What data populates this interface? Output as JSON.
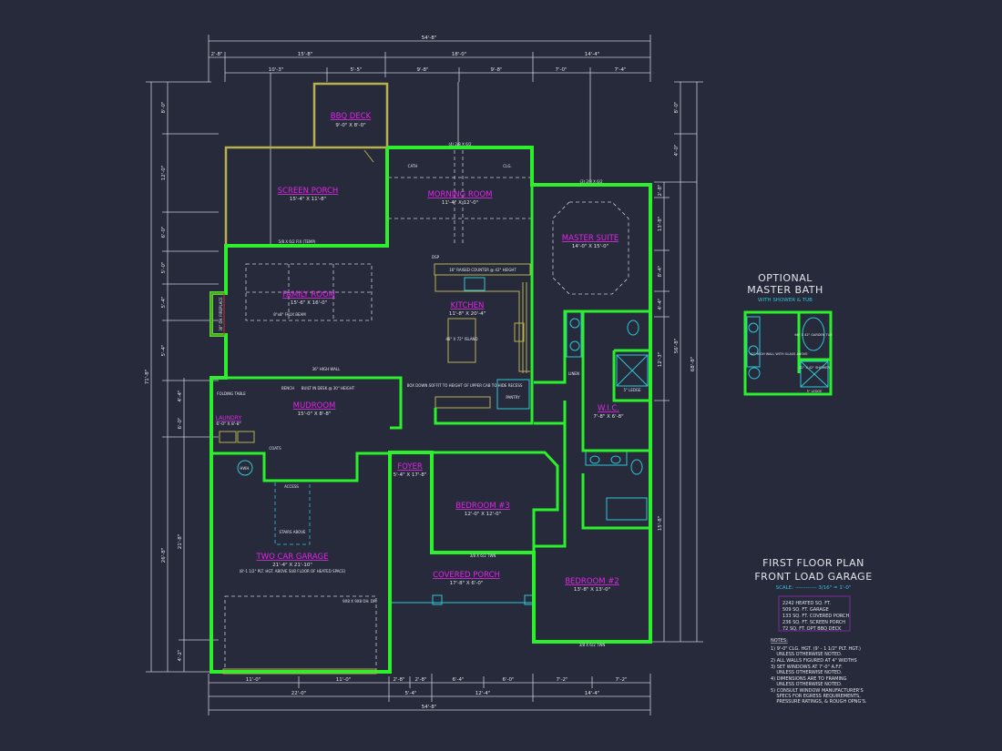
{
  "plan": {
    "title_line1": "FIRST FLOOR PLAN",
    "title_line2": "FRONT LOAD GARAGE",
    "scale": "SCALE: ------------ 3/16\" = 1'-0\"",
    "areas": [
      "2242 HEATED SQ. FT.",
      "509 SQ. FT. GARAGE",
      "133 SQ. FT. COVERED PORCH",
      "236 SQ. FT. SCREEN PORCH",
      "72 SQ. FT. OPT BBQ DECK"
    ],
    "notes_heading": "NOTES:",
    "notes": [
      "1) 9'-0\" CLG. HGT. (9' - 1 1/2\" PLT. HGT.)",
      "    UNLESS OTHERWISE NOTED.",
      "2) ALL WALLS FIGURED AT 4\" WIDTHS",
      "3) SET WINDOWS AT 7'-0\" A.F.F.",
      "    UNLESS OTHERWISE NOTED.",
      "4) DIMENSIONS ARE TO FRAMING",
      "    UNLESS OTHERWISE NOTED.",
      "5) CONSULT WINDOW MANUFACTURER'S",
      "    SPECS FOR EGRESS REQUIREMENTS,",
      "    PRESSURE RATINGS, & ROUGH OPNG'S."
    ]
  },
  "optional_bath": {
    "title_line1": "OPTIONAL",
    "title_line2": "MASTER BATH",
    "subtitle": "WITH SHOWER & TUB",
    "labels": [
      "66\" X 42\" GARDEN TUB",
      "42\" HIGH WALL WITH GLASS ABOVE",
      "42\" X 42\" SHOWER",
      "5\" LEDGE"
    ]
  },
  "rooms": [
    {
      "name": "BBQ DECK",
      "size": "9'-0\" X 8'-0\""
    },
    {
      "name": "SCREEN PORCH",
      "size": "15'-4\" X 11'-8\""
    },
    {
      "name": "MORNING ROOM",
      "size": "11'-4\" X 12'-0\""
    },
    {
      "name": "MASTER SUITE",
      "size": "14'-0\" X 15'-0\""
    },
    {
      "name": "FAMILY ROOM",
      "size": "15'-6\" X 16'-0\""
    },
    {
      "name": "KITCHEN",
      "size": "11'-8\" X 20'-4\""
    },
    {
      "name": "MUDROOM",
      "size": "15'-0\" X 8'-8\""
    },
    {
      "name": "LAUNDRY",
      "size": "6'-0\" X 8'-8\""
    },
    {
      "name": "W.I.C.",
      "size": "7'-8\" X 6'-8\""
    },
    {
      "name": "FOYER",
      "size": "5'-4\" X 17'-8\""
    },
    {
      "name": "BEDROOM #3",
      "size": "12'-0\" X 12'-0\""
    },
    {
      "name": "COVERED PORCH",
      "size": "17'-8\" X 6'-0\""
    },
    {
      "name": "BEDROOM #2",
      "size": "13'-8\" X 13'-0\""
    },
    {
      "name": "TWO CAR GARAGE",
      "size": "21'-4\" X 21'-10\"",
      "note": "(8'-1 1/2\" PLT. HGT. ABOVE SUB FLOOR OF HEATED SPACE)"
    }
  ],
  "labels": {
    "raised_counter": "16\" RAISED COUNTER @ 42\" HEIGHT",
    "island": "48\" X 72\" ISLAND",
    "pantry": "PANTRY",
    "bench": "BENCH",
    "built_in_desk": "BUILT IN DESK @ 30\" HEIGHT",
    "high_wall": "36\" HIGH WALL",
    "folding_table": "FOLDING TABLE",
    "coats": "COATS",
    "access": "ACCESS",
    "stairs_above": "STAIRS ABOVE",
    "garage_door": "9X8 X 9X8 OH. DR.",
    "hwh": "HWH.",
    "box_down": "BOX DOWN SOFFIT TO HEIGHT OF UPPER CAB TO HIDE RECESS",
    "linen": "LINEN",
    "shower_ledge": "5\" LEDGE",
    "beam": "8\"x8\" FAUX BEAM",
    "cath": "CATH",
    "clg": "CLG.",
    "dsp": "DSP",
    "window_top": "(4) 2/8 X 6/2",
    "window_master": "(3) 2/8 X 6/2",
    "window_bed3": "3/8 X 6/2 TWN",
    "window_bed2": "3/8 X 6/2 TWN",
    "window_porch": "5/8 X 6/2 FIX (TEMP)",
    "fireplace": "36\" DV. FIREPLACE"
  },
  "dims": {
    "top_overall": "54'-8\"",
    "top_row2": [
      "2'-8\"",
      "15'-8\"",
      "18'-0\"",
      "14'-4\""
    ],
    "top_row3": [
      "10'-3\"",
      "5'-5\"",
      "9'-8\"",
      "9'-8\"",
      "7'-0\"",
      "7'-4\""
    ],
    "bottom_row1": [
      "11'-0\"",
      "11'-0\"",
      "2'-8\"",
      "2'-8\"",
      "6'-4\"",
      "6'-0\"",
      "7'-2\"",
      "7'-2\""
    ],
    "bottom_row2": [
      "22'-0\"",
      "5'-4\"",
      "12'-4\"",
      "14'-4\""
    ],
    "bottom_overall": "54'-8\"",
    "left_overall": "71'-8\"",
    "left_col": [
      "8'-0\"",
      "12'-0\"",
      "6'-0\"",
      "5'-0\"",
      "5'-4\"",
      "5'-4\"",
      "26'-8\""
    ],
    "left_inner": [
      "4'-4\"",
      "6'-0\"",
      "21'-8\"",
      "4'-2\""
    ],
    "right_overall": "68'-8\"",
    "right_col": [
      "8'-0\"",
      "4'-0\"",
      "56'-8\""
    ],
    "right_inner": [
      "2'-8\"",
      "13'-8\"",
      "8'-4\"",
      "4'-4\"",
      "12'-3\"",
      "15'-8\""
    ]
  },
  "colors": {
    "background": "#262a3b",
    "walls": "#2cf02c",
    "porch_walls": "#b8b04c",
    "room_labels": "#e026e6",
    "fixtures": "#2fc6d6",
    "area_box": "#7a2a9a"
  }
}
